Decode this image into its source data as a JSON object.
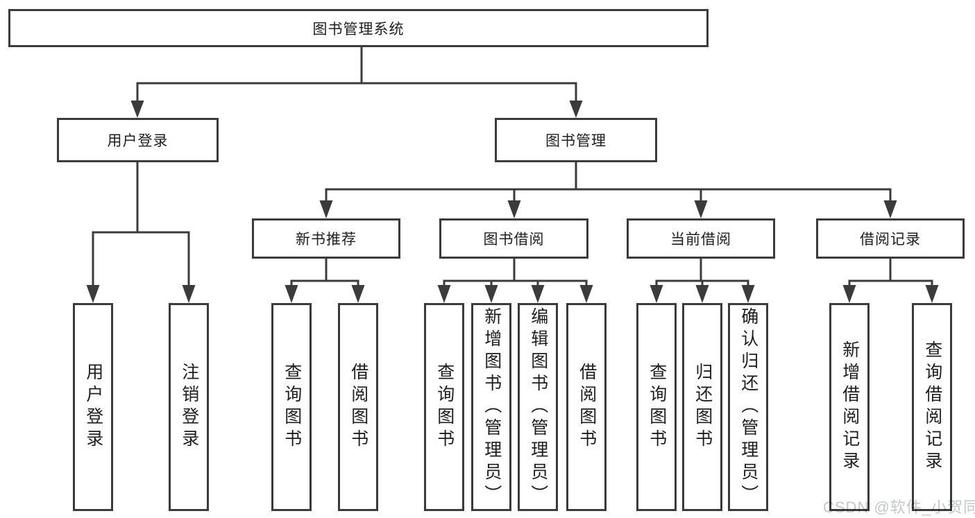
{
  "diagram": {
    "tree": {
      "root": {
        "label": "图书管理系统",
        "children": [
          {
            "label": "用户登录",
            "children": [
              {
                "label": "用户登录"
              },
              {
                "label": "注销登录"
              }
            ]
          },
          {
            "label": "图书管理",
            "children": [
              {
                "label": "新书推荐",
                "children": [
                  {
                    "label": "查询图书"
                  },
                  {
                    "label": "借阅图书"
                  }
                ]
              },
              {
                "label": "图书借阅",
                "children": [
                  {
                    "label": "查询图书"
                  },
                  {
                    "label": "新增图书（管理员）"
                  },
                  {
                    "label": "编辑图书（管理员）"
                  },
                  {
                    "label": "借阅图书"
                  }
                ]
              },
              {
                "label": "当前借阅",
                "children": [
                  {
                    "label": "查询图书"
                  },
                  {
                    "label": "归还图书"
                  },
                  {
                    "label": "确认归还（管理员）"
                  }
                ]
              },
              {
                "label": "借阅记录",
                "children": [
                  {
                    "label": "新增借阅记录"
                  },
                  {
                    "label": "查询借阅记录"
                  }
                ]
              }
            ]
          }
        ]
      }
    },
    "colors": {
      "line": "#3b3b3b",
      "box_border": "#3b3b3b",
      "text": "#1e1e1e",
      "watermark": "#c3c6ca",
      "background": "#ffffff"
    }
  },
  "watermark": {
    "text": "CSDN @软件_小贺同学"
  }
}
